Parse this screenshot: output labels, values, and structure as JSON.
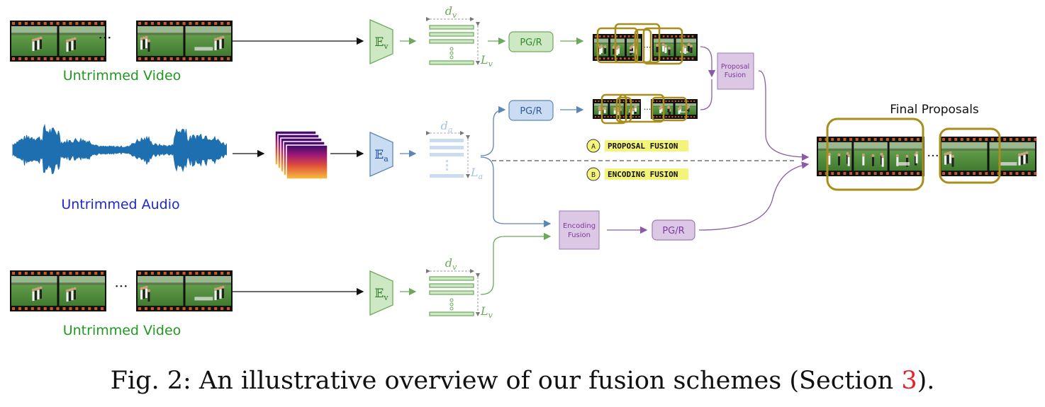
{
  "labels": {
    "video_top": "Untrimmed Video",
    "video_bottom": "Untrimmed Video",
    "audio": "Untrimmed Audio",
    "final_proposals": "Final Proposals",
    "ellipsis": "···"
  },
  "encoders": {
    "video": "𝔼",
    "video_sub": "v",
    "audio": "𝔼",
    "audio_sub": "a"
  },
  "features": {
    "video_dim": "d",
    "video_dim_sub": "v",
    "video_len": "L",
    "video_len_sub": "v",
    "audio_dim": "d",
    "audio_dim_sub": "a",
    "audio_len": "L",
    "audio_len_sub": "a"
  },
  "blocks": {
    "pgr_video": "PG/R",
    "pgr_audio": "PG/R",
    "pgr_fused": "PG/R",
    "proposal_fusion_1": "Proposal",
    "proposal_fusion_2": "Fusion",
    "encoding_fusion_1": "Encoding",
    "encoding_fusion_2": "Fusion"
  },
  "schemes": {
    "a_badge": "A",
    "a_label": "PROPOSAL FUSION",
    "b_badge": "B",
    "b_label": "ENCODING FUSION"
  },
  "caption": {
    "prefix": "Fig. 2: An illustrative overview of our fusion schemes (Section ",
    "ref": "3",
    "suffix": ")."
  },
  "colors": {
    "video_green": "#6aaa5a",
    "video_fill": "#cfe8c4",
    "audio_blue": "#5b86b8",
    "audio_fill": "#c9dcf2",
    "fusion_purple": "#8a5aa8",
    "fusion_fill": "#dcc8e4",
    "proposal_gold": "#a88e1c",
    "label_green": "#1f9a1f",
    "label_blue": "#1a2ad0",
    "highlight_yellow": "#f4f47a"
  }
}
